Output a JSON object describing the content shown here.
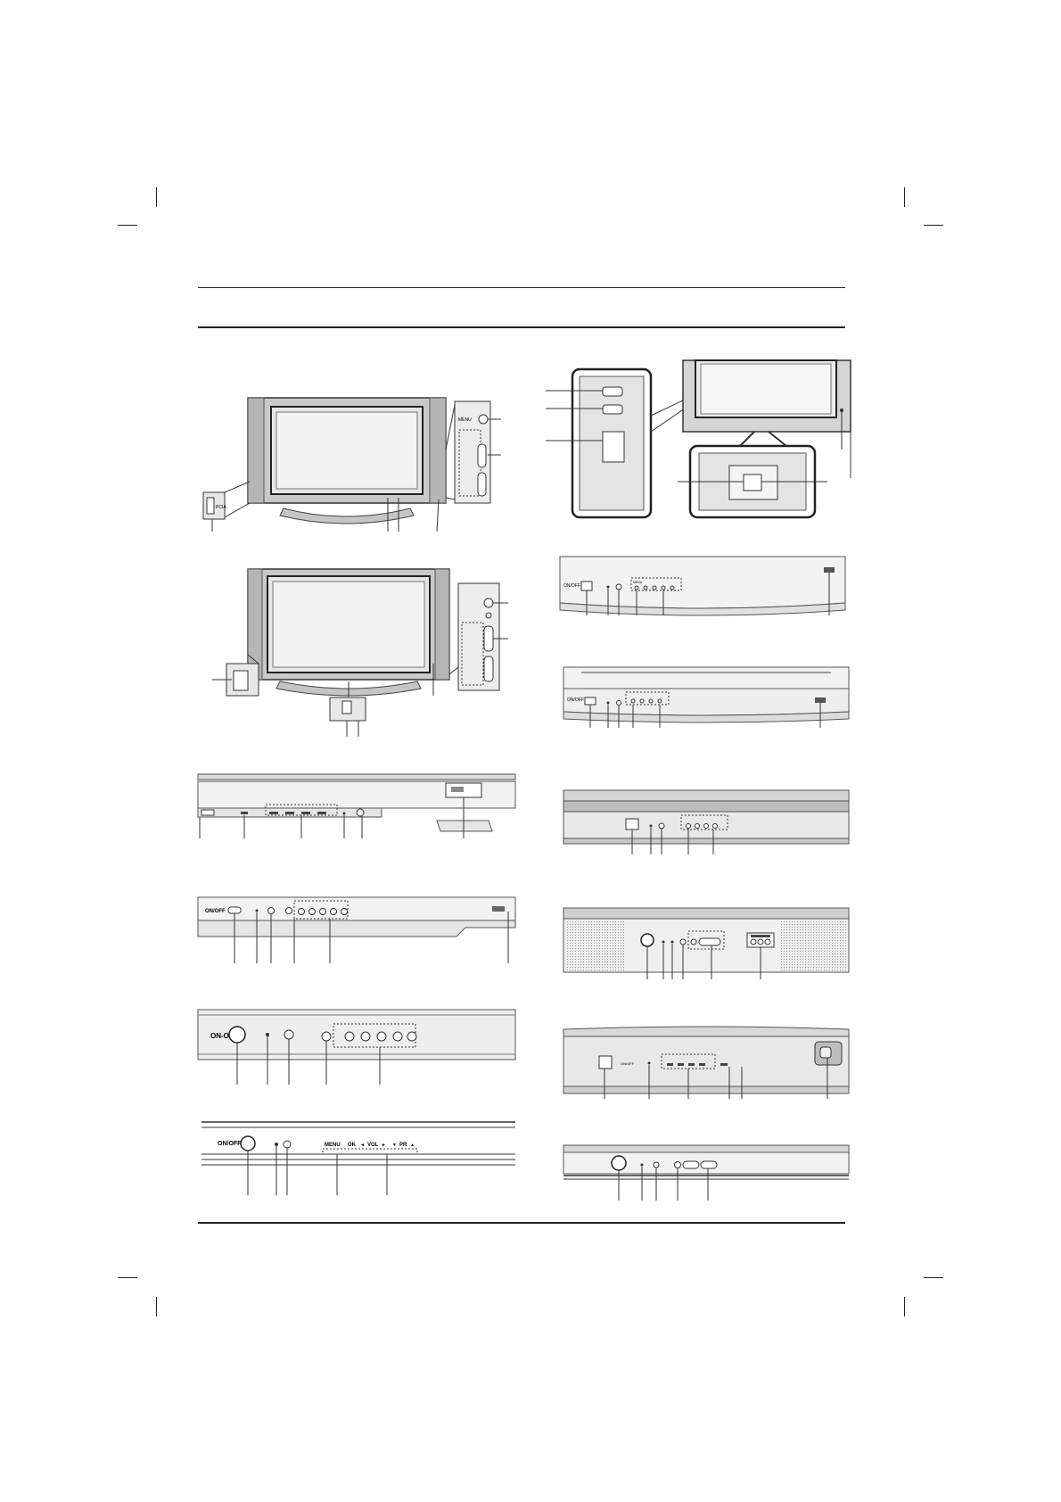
{
  "labels": {
    "pcia": "PCIA",
    "menu": "MENU",
    "ok": "OK",
    "vol": "VOL",
    "pr": "PR",
    "onoff": "ON/OFF",
    "onoff_dash": "ON-OFF"
  },
  "glyphs": {
    "left": "◄",
    "right": "►",
    "up": "▲",
    "down": "▼"
  },
  "icons": [
    "crop-mark-icon",
    "power-button-icon",
    "remote-sensor-icon",
    "power-indicator-icon",
    "control-button-icon"
  ]
}
